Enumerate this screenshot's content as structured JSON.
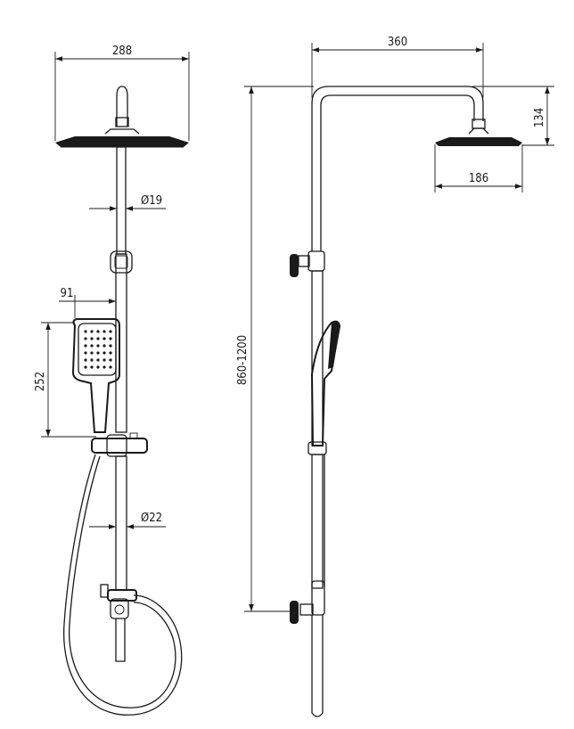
{
  "dimensions": {
    "shower_head_width": "288",
    "top_arm_length": "360",
    "overhead_drop": "134",
    "head_diameter_side": "186",
    "upper_pipe_diameter": "Ø19",
    "hand_shower_depth": "91",
    "hand_shower_length": "252",
    "lower_pipe_diameter": "Ø22",
    "total_height": "860-1200"
  }
}
